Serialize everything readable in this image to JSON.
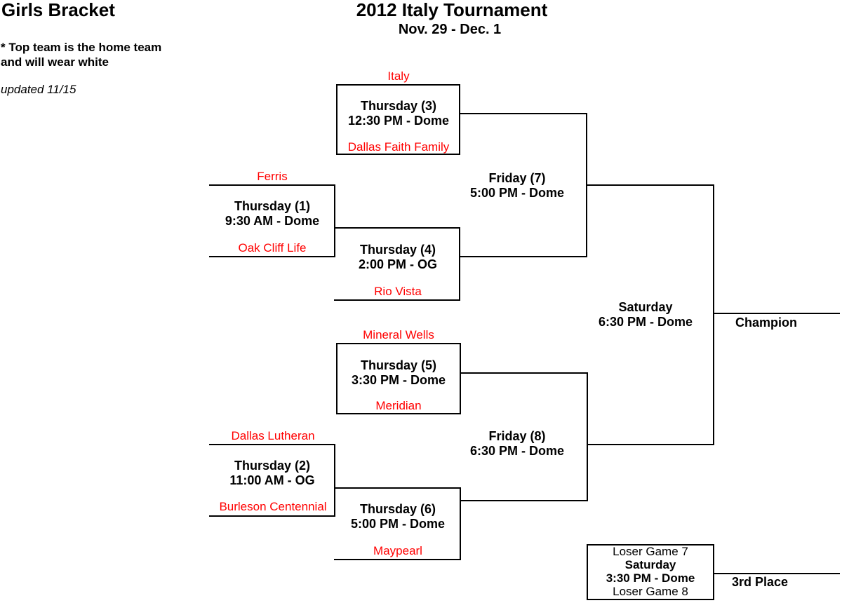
{
  "header": {
    "bracket_title": "Girls Bracket",
    "tournament_title": "2012 Italy Tournament",
    "dates": "Nov. 29 - Dec. 1",
    "note_line1": "* Top team is the home team",
    "note_line2": "and will wear white",
    "updated": "updated 11/15"
  },
  "colors": {
    "team_red": "#ff0000",
    "line_black": "#000000"
  },
  "games": [
    {
      "schedule": "Thursday (1)",
      "time": "9:30 AM - Dome",
      "top_team": "Ferris",
      "bottom_team": "Oak Cliff Life"
    },
    {
      "schedule": "Thursday (2)",
      "time": "11:00 AM - OG",
      "top_team": "Dallas Lutheran",
      "bottom_team": "Burleson Centennial"
    },
    {
      "schedule": "Thursday (3)",
      "time": "12:30 PM - Dome",
      "top_team": "Italy",
      "bottom_team": "Dallas Faith Family"
    },
    {
      "schedule": "Thursday (4)",
      "time": "2:00 PM - OG",
      "bottom_team": "Rio Vista"
    },
    {
      "schedule": "Thursday (5)",
      "time": "3:30 PM - Dome",
      "top_team": "Mineral Wells",
      "bottom_team": "Meridian"
    },
    {
      "schedule": "Thursday (6)",
      "time": "5:00 PM - Dome",
      "bottom_team": "Maypearl"
    },
    {
      "schedule": "Friday (7)",
      "time": "5:00 PM - Dome"
    },
    {
      "schedule": "Friday (8)",
      "time": "6:30 PM - Dome"
    },
    {
      "schedule": "Saturday",
      "time": "6:30 PM - Dome"
    }
  ],
  "third_place_game": {
    "top_slot": "Loser Game 7",
    "day": "Saturday",
    "time": "3:30 PM - Dome",
    "bottom_slot": "Loser Game 8"
  },
  "labels": {
    "champion": "Champion",
    "third_place": "3rd Place"
  }
}
